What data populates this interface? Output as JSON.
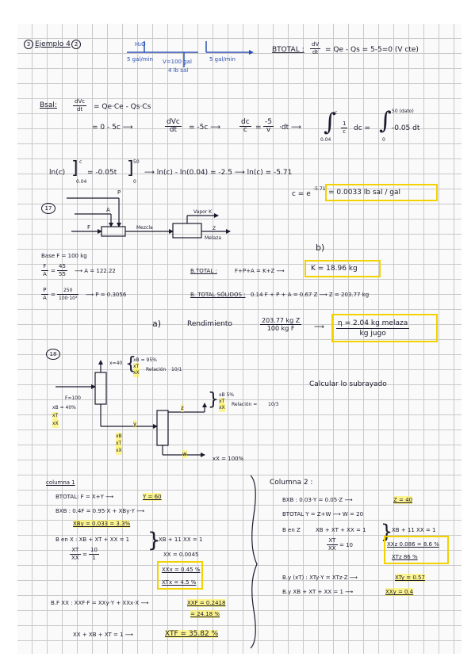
{
  "header": {
    "example_no": "③",
    "example_label": "Ejemplo 4",
    "example_mark": "②",
    "h2o": "H₂O",
    "flow_in": "5 gal/min",
    "flow_out": "5 gal/min",
    "volume": "V=100 gal",
    "salt": "4 lb sal",
    "btotal_label": "BTOTAL :",
    "btotal_num": "dV",
    "btotal_den": "dt",
    "btotal_rhs": "= Qe - Qs = 5-5=0  (V cte)"
  },
  "sal": {
    "label": "Bsal:",
    "l1_num": "dVc",
    "l1_den": "dt",
    "l1_rhs": "= Qe·Ce - Qs·Cs",
    "l2a": "=   0  - 5c  ⟶",
    "l2_num": "dVc",
    "l2_den": "dt",
    "l2b": "= -5c  ⟶",
    "l2c_num": "dc",
    "l2c_den": "c",
    "l2d": "=",
    "l2d_num": "-5",
    "l2d_den": "v",
    "l2e": "·dt ⟶",
    "int1_top": "c",
    "int1_bot": "0.04",
    "int1_num": "1",
    "int1_den": "c",
    "int1_body": "dc =",
    "int2_top": "50 (dato)",
    "int2_bot": "0",
    "int2_body": "-0.05   dt",
    "l3a": "ln(c)",
    "l3_lo": "0.04",
    "l3_hi": "c",
    "l3b": "= -0.05t",
    "l3_lo2": "0",
    "l3_hi2": "50",
    "l3c": "⟶  ln(c) - ln(0.04) = -2.5  ⟶  ln(c) = -5.71",
    "result_left": "c = e",
    "result_exp": "-5.71",
    "result_box": "= 0.0033  lb sal / gal"
  },
  "p17": {
    "label": "17",
    "P": "P",
    "A": "A",
    "F": "F",
    "mezcla": "Mezcla",
    "vapor": "Vapor  K",
    "Z": "Z",
    "melaza": "Melaza",
    "base": "Base   F = 100 kg",
    "b_label": "b)",
    "fa_num": "F",
    "fa_den": "A",
    "fa_eq": "=",
    "fa_val_num": "45",
    "fa_val_den": "55",
    "fa_res": "⟶  A = 122.22",
    "btotal": "B.TOTAL :",
    "btotal_eq": "F+P+A = K+Z  ⟶",
    "k_box": "K = 18.96 kg",
    "pa_num": "P",
    "pa_den": "A",
    "pa_eq": "=",
    "pa_val_num": "250",
    "pa_val_den": "100·10³",
    "pa_res": "⟶  P = 0.3056",
    "solidos": "B. TOTAL SÓLIDOS :",
    "solidos_eq": "0.14 F + P + A = 0.67 Z  ⟶  Z = 203.77 kg",
    "a_label": "a)",
    "rend": "Rendimiento",
    "rend_num": "203.77 kg Z",
    "rend_den": "100  kg F",
    "rend_arrow": "⟶",
    "eta_num": "η = 2.04  kg melaza",
    "eta_den": "kg jugo"
  },
  "p18": {
    "label": "18",
    "x40": "x=40",
    "xb_95": "xB = 95%",
    "xt": "xT",
    "xx": "xX",
    "relacion": "Relación",
    "rel_val": "10/1",
    "calc": "Calcular lo subrayado",
    "F100": "F=100",
    "xb40": "xB = 40%",
    "xt2": "xT",
    "xx2": "xX",
    "Y": "y",
    "Z": "z",
    "xb5": "xB  5%",
    "xt3": "xT",
    "xx3": "xX",
    "relacion2": "Relación =",
    "rel2": "10/3",
    "xb_y": "xB",
    "xt_y": "xT",
    "xx_y": "xX",
    "W": "w",
    "xx100": "xX = 100%"
  },
  "col1": {
    "title": "columna 1",
    "l1": "BTOTAL: F = X+Y ⟶",
    "l1_hl": "Y = 60",
    "l2": "BXB :  0.4F = 0.95·X + XBy·Y ⟶",
    "l3_hl": "XBy = 0.033 = 3.3%",
    "l4": "B en X :  XB + XT + XX = 1",
    "l4b": "XB + 11 XX = 1",
    "l5_num": "XT",
    "l5_den": "XX",
    "l5_eq": "=",
    "l5_val_num": "10",
    "l5_val_den": "1",
    "l5b": "XX = 0.0045",
    "box1": "XXx = 0.45 %",
    "box2": "XTx = 4.5 %",
    "l6": "B.F XX :  XXF·F = XXy·Y + XXx·X ⟶",
    "l6_hl": "XXF = 0.2418",
    "l7_hl": "= 24.18 %",
    "l8": "XX + XB + XT = 1  ⟶",
    "l8_hl": "XTF = 35.82 %"
  },
  "col2": {
    "title": "Columna 2 :",
    "l1": "BXB :   0.03·Y = 0.05·Z ⟶",
    "l1_hl": "Z = 40",
    "l2": "BTOTAL   Y = Z+W  ⟶  W = 20",
    "l3": "B en Z",
    "l3a": "XB + XT + XX = 1",
    "l3b": "XB + 11 XX = 1",
    "l4_num": "XT",
    "l4_den": "XX",
    "l4_eq": "= 10",
    "box1": "XXz 0.086 = 8.6 %",
    "box2": "XTz  86 %",
    "l5": "B.y (xT) :   XTy·Y = XTz·Z ⟶",
    "l5_hl": "XTy = 0.57",
    "l6": "B.y   XB + XT + XX = 1 ⟶",
    "l6_hl": "XXy = 0.4"
  }
}
